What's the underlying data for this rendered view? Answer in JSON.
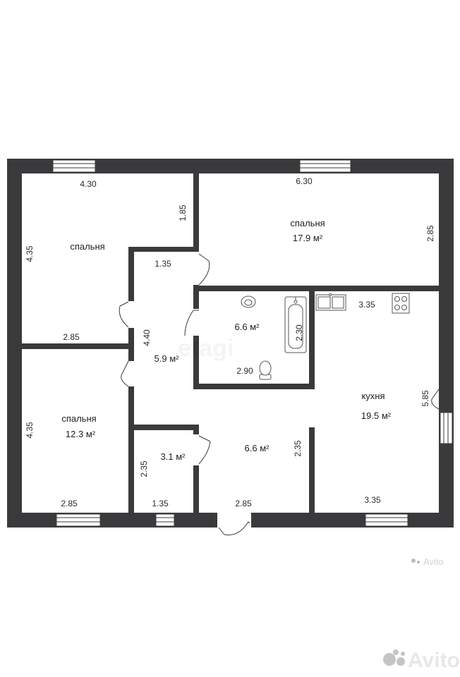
{
  "rooms": [
    {
      "id": "bedroom1",
      "name": "спальня",
      "area": ""
    },
    {
      "id": "bedroom2",
      "name": "спальня",
      "area": "17.9 м²"
    },
    {
      "id": "bedroom3",
      "name": "спальня",
      "area": "12.3 м²"
    },
    {
      "id": "bathroom",
      "name": "",
      "area": "6.6 м²"
    },
    {
      "id": "hall",
      "name": "",
      "area": "5.9 м²"
    },
    {
      "id": "storage",
      "name": "",
      "area": "3.1 м²"
    },
    {
      "id": "corridor",
      "name": "",
      "area": "6.6 м²"
    },
    {
      "id": "kitchen",
      "name": "кухня",
      "area": "19.5 м²"
    }
  ],
  "dimensions": {
    "bedroom1_width": "4.30",
    "bedroom1_side": "4.35",
    "bedroom1_inner": "1.85",
    "bedroom1_bottom": "2.85",
    "bedroom2_width": "6.30",
    "bedroom2_side": "2.85",
    "hall_top": "1.35",
    "hall_side": "4.40",
    "bath_side": "2.30",
    "bath_bottom": "2.90",
    "kitchen_top": "3.35",
    "kitchen_side": "5.85",
    "kitchen_bottom": "3.35",
    "bedroom3_side": "4.35",
    "bedroom3_bottom": "2.85",
    "storage_side": "2.35",
    "storage_bottom": "1.35",
    "corridor_side": "2.35",
    "corridor_bottom": "2.85"
  },
  "watermarks": {
    "agency": "etagi",
    "site_small": "Avito",
    "site_large": "Avito"
  },
  "colors": {
    "wall": "#3a3a3c",
    "background": "#ffffff",
    "fixture": "#555555"
  }
}
